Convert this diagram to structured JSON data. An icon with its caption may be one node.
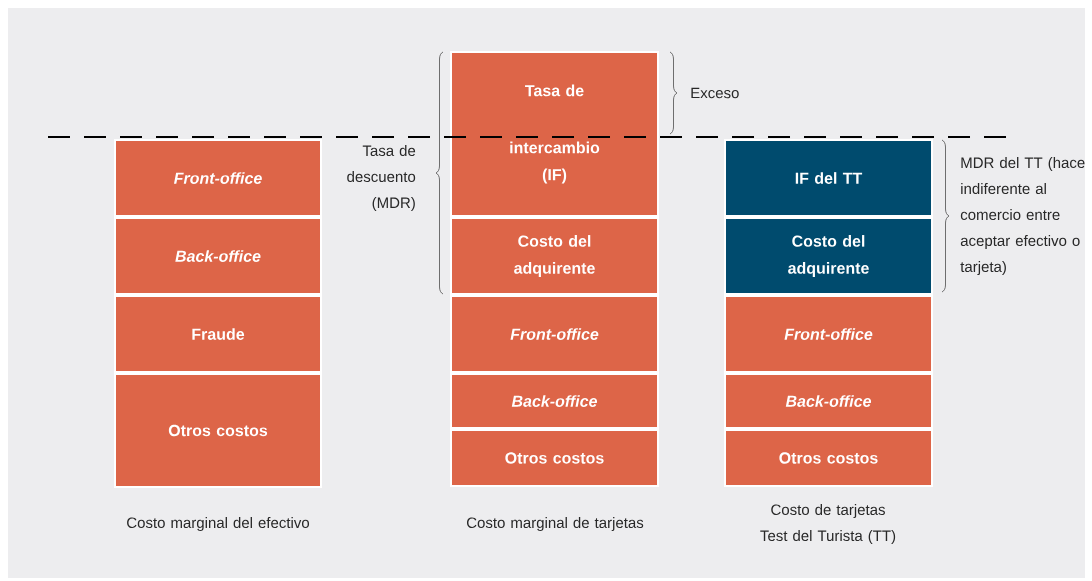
{
  "diagram": {
    "nodes": [
      {
        "text": [
          "Front-office"
        ]
      },
      {
        "text": [
          "Back-office"
        ]
      },
      {
        "text": [
          "Fraude"
        ]
      },
      {
        "text": [
          "Otros costos"
        ]
      },
      {
        "text": [
          "Tasa de intercambio (IF)"
        ]
      },
      {
        "text": [
          "Costo del adquirente"
        ]
      },
      {
        "text": [
          "Front-office"
        ]
      },
      {
        "text": [
          "Back-office"
        ]
      },
      {
        "text": [
          "Otros costos"
        ]
      },
      {
        "text": [
          "IF del TT"
        ]
      },
      {
        "text": [
          "Costo del adquirente"
        ]
      },
      {
        "text": [
          "Front-office"
        ]
      },
      {
        "text": [
          "Back-office"
        ]
      },
      {
        "text": [
          "Otros costos"
        ]
      }
    ],
    "labels": [
      "Exceso",
      "Tasa de descuento (MDR)",
      "MDR del TT (hace indiferente al comercio entre aceptar efectivo o tarjeta)",
      "Costo marginal del efectivo",
      "Costo marginal de tarjetas",
      "Costo de tarjetas Test del Turista (TT)"
    ]
  }
}
